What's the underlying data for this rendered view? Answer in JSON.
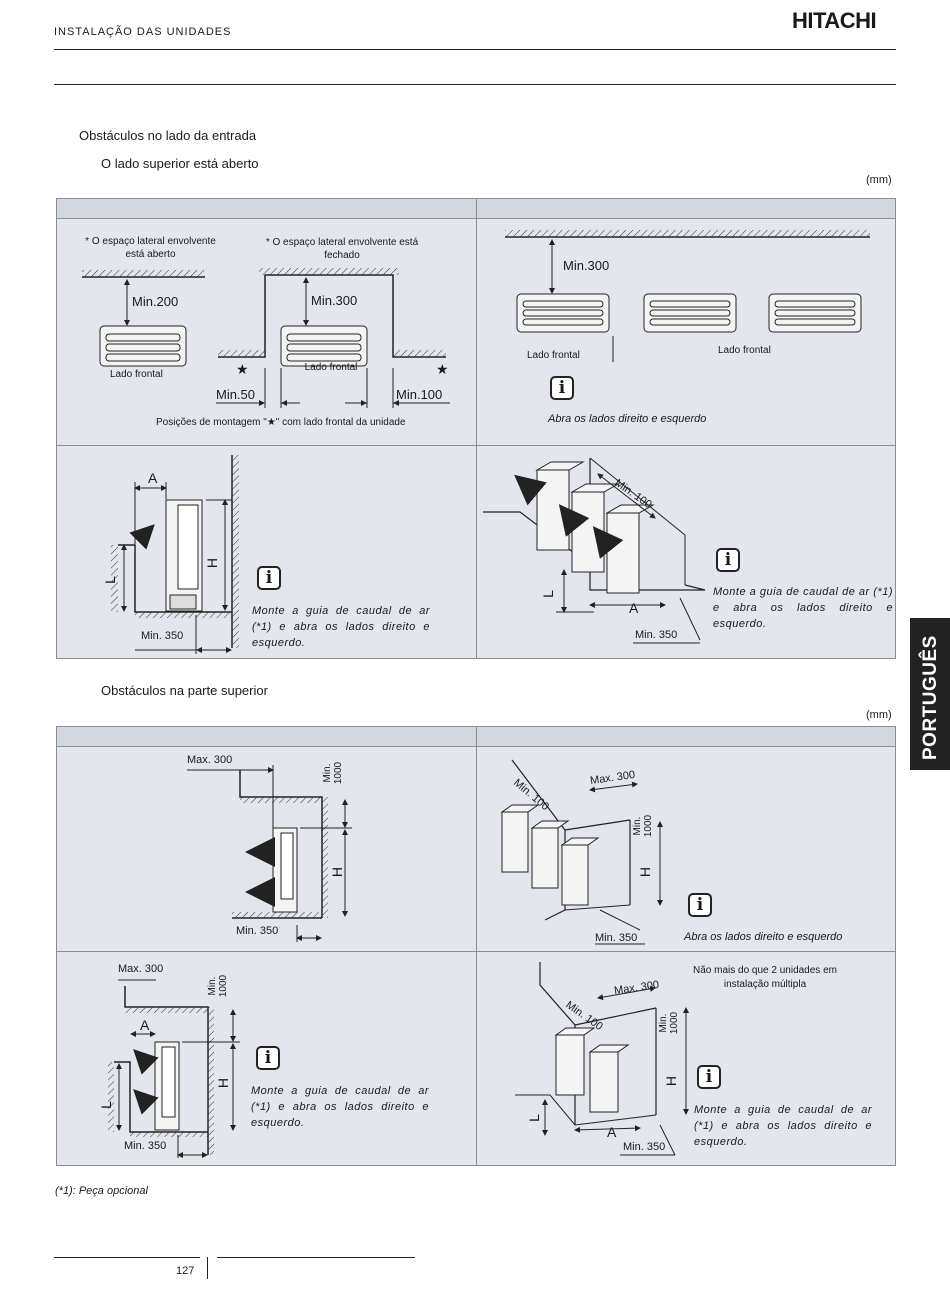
{
  "header": {
    "title": "INSTALAÇÃO DAS UNIDADES",
    "brand": "HITACHI"
  },
  "side_tab": {
    "label": "PORTUGUÊS"
  },
  "section1": {
    "heading1": "Obstáculos no lado da entrada",
    "heading2": "O lado superior está aberto",
    "unit": "(mm)",
    "cell_a": {
      "note_open": "* O espaço lateral envolvente está aberto",
      "note_closed": "* O espaço lateral envolvente está fechado",
      "min200": "Min.200",
      "min300": "Min.300",
      "front": "Lado frontal",
      "front2": "Lado frontal",
      "min50": "Min.50",
      "min100": "Min.100",
      "positions": "Posições de montagem \"★\" com lado frontal da unidade",
      "star": "★"
    },
    "cell_b": {
      "min300": "Min.300",
      "front1": "Lado frontal",
      "front2": "Lado frontal",
      "note": "Abra os lados direito e esquerdo"
    },
    "cell_c": {
      "A": "A",
      "H": "H",
      "L": "L",
      "min350": "Min. 350",
      "note": "Monte a guia de caudal de ar (*1) e abra os lados direito e esquerdo."
    },
    "cell_d": {
      "min100": "Min. 100",
      "A": "A",
      "L": "L",
      "min350": "Min. 350",
      "note": "Monte a guia de caudal de ar (*1) e abra os lados direito e esquerdo."
    }
  },
  "section2": {
    "heading": "Obstáculos na parte superior",
    "unit": "(mm)",
    "cell_a": {
      "max300": "Max. 300",
      "min1000": "Min. 1000",
      "H": "H",
      "min350": "Min. 350"
    },
    "cell_b": {
      "max300": "Max. 300",
      "min100": "Min. 100",
      "min1000": "Min. 1000",
      "H": "H",
      "min350": "Min. 350",
      "note": "Abra os lados direito e esquerdo"
    },
    "cell_c": {
      "max300": "Max. 300",
      "min1000": "Min. 1000",
      "A": "A",
      "H": "H",
      "L": "L",
      "min350": "Min. 350",
      "note": "Monte a guia de caudal de ar (*1) e abra os lados direito e esquerdo."
    },
    "cell_d": {
      "limit": "Não mais do que 2 unidades em instalação múltipla",
      "max300": "Max. 300",
      "min100": "Min. 100",
      "min1000": "Min. 1000",
      "H": "H",
      "L": "L",
      "A": "A",
      "min350": "Min. 350",
      "note": "Monte a guia de caudal de ar (*1) e abra os lados direito e esquerdo."
    }
  },
  "footer": {
    "footnote": "(*1): Peça opcional",
    "page_number": "127"
  },
  "info_icon": "i"
}
